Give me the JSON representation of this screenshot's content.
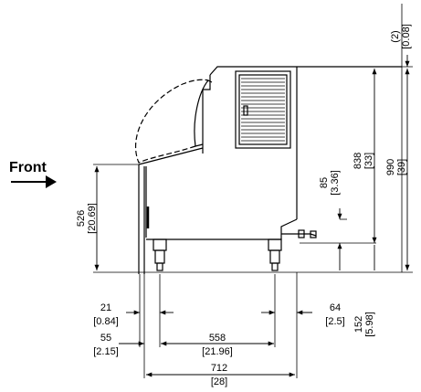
{
  "labels": {
    "front": "Front",
    "d_2": "(2)",
    "d_2_in": "[0.08]",
    "d_838": "838",
    "d_838_in": "[33]",
    "d_990": "990",
    "d_990_in": "[39]",
    "d_85": "85",
    "d_85_in": "[3.36]",
    "d_526": "526",
    "d_526_in": "[20.69]",
    "d_152": "152",
    "d_152_in": "[5.98]",
    "d_21": "21",
    "d_21_in": "[0.84]",
    "d_55": "55",
    "d_55_in": "[2.15]",
    "d_558": "558",
    "d_558_in": "[21.96]",
    "d_64": "64",
    "d_64_in": "[2.5]",
    "d_712": "712",
    "d_712_in": "[28]"
  }
}
